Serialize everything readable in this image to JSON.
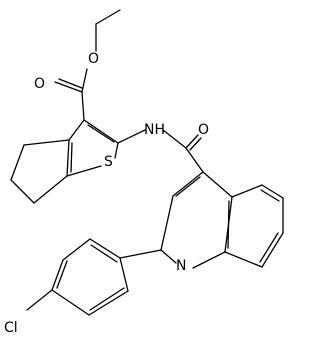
{
  "atoms": {
    "o_ether": "O",
    "o_carbonyl_ester": "O",
    "nh": "NH",
    "o_amide": "O",
    "s": "S",
    "n": "N",
    "cl": "Cl"
  }
}
